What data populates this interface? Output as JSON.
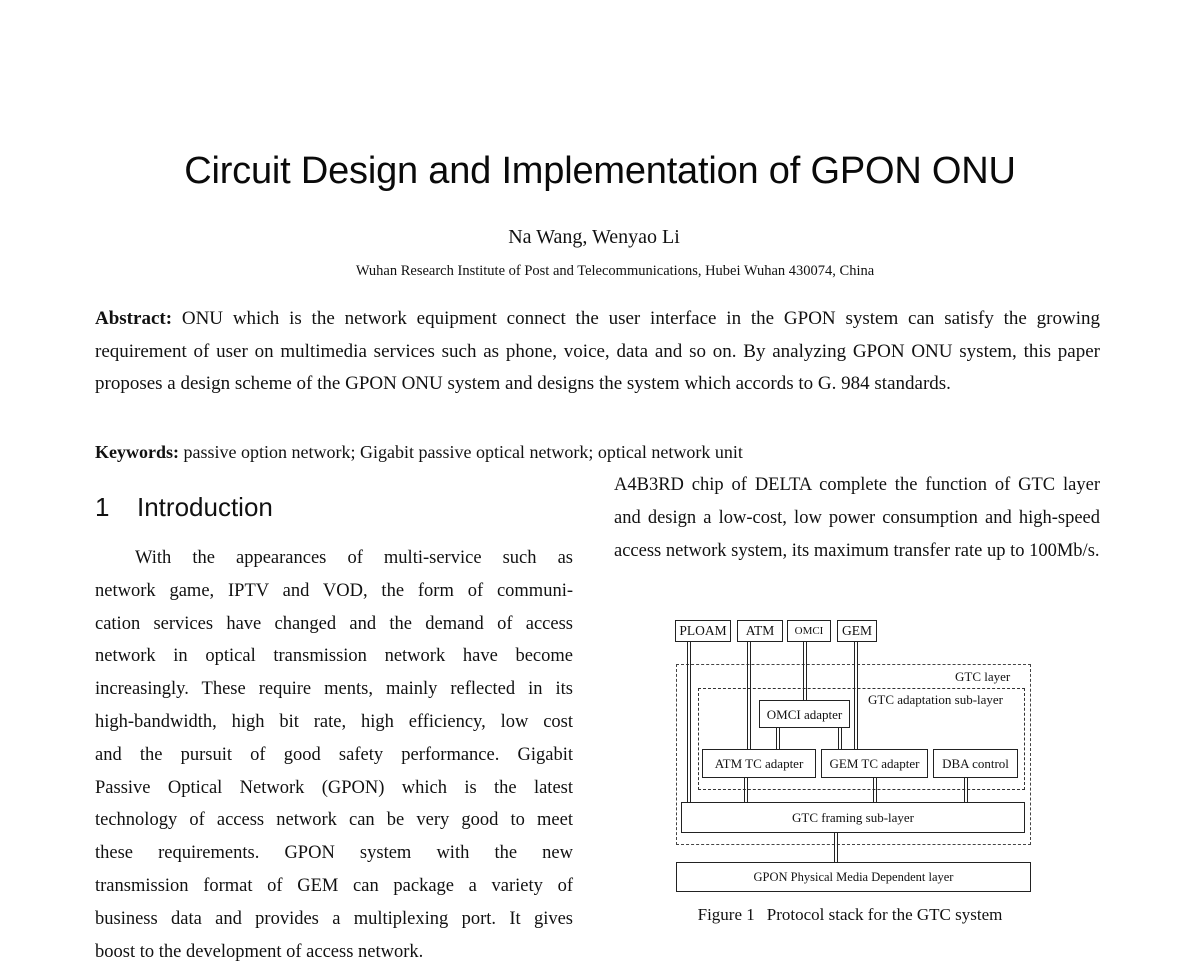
{
  "paper": {
    "title": "Circuit Design and Implementation of GPON ONU",
    "authors": "Na Wang,  Wenyao Li",
    "affiliation": "Wuhan Research Institute of Post and Telecommunications,  Hubei Wuhan 430074,  China",
    "abstract": {
      "label": "Abstract:",
      "text": " ONU which is the network equipment connect the user interface in the GPON system can satisfy the growing requirement of user on multimedia services such as phone, voice, data and so on. By analyzing GPON ONU system, this paper proposes a design scheme of the GPON ONU system and designs the system which accords to G. 984 standards."
    },
    "keywords": {
      "label": "Keywords:",
      "text": "  passive option network;  Gigabit passive optical network;  optical network unit"
    }
  },
  "section": {
    "number": "1",
    "title": "Introduction"
  },
  "left_column": {
    "lines": [
      "With the appearances of multi-service such as",
      "network game, IPTV and VOD, the form of communi-",
      "cation services have changed and the demand of access",
      "network in optical transmission network have become",
      "increasingly. These require ments, mainly reflected in its",
      "high-bandwidth, high bit rate, high efficiency, low cost",
      "and the pursuit of good safety performance. Gigabit",
      "Passive Optical Network (GPON) which is the latest",
      "technology of access network can be very good to meet",
      "these requirements. GPON system with the new",
      "transmission format of GEM can package a variety of",
      "business data and provides a multiplexing port. It gives",
      "boost to the development of access network."
    ]
  },
  "right_column": {
    "text": "A4B3RD chip of DELTA complete the function of GTC layer and design a low-cost, low power consumption and high-speed access network system, its maximum transfer rate up to 100Mb/s."
  },
  "figure": {
    "number": "Figure 1",
    "caption": "Protocol stack for the GTC system",
    "top_boxes": [
      "PLOAM",
      "ATM",
      "OMCI",
      "GEM"
    ],
    "gtc_layer_label": "GTC layer",
    "adaptation_label": "GTC adaptation sub-layer",
    "omci_adapter": "OMCI adapter",
    "adapters": [
      "ATM TC adapter",
      "GEM TC adapter",
      "DBA control"
    ],
    "framing": "GTC framing sub-layer",
    "pmd": "GPON Physical Media Dependent layer"
  }
}
